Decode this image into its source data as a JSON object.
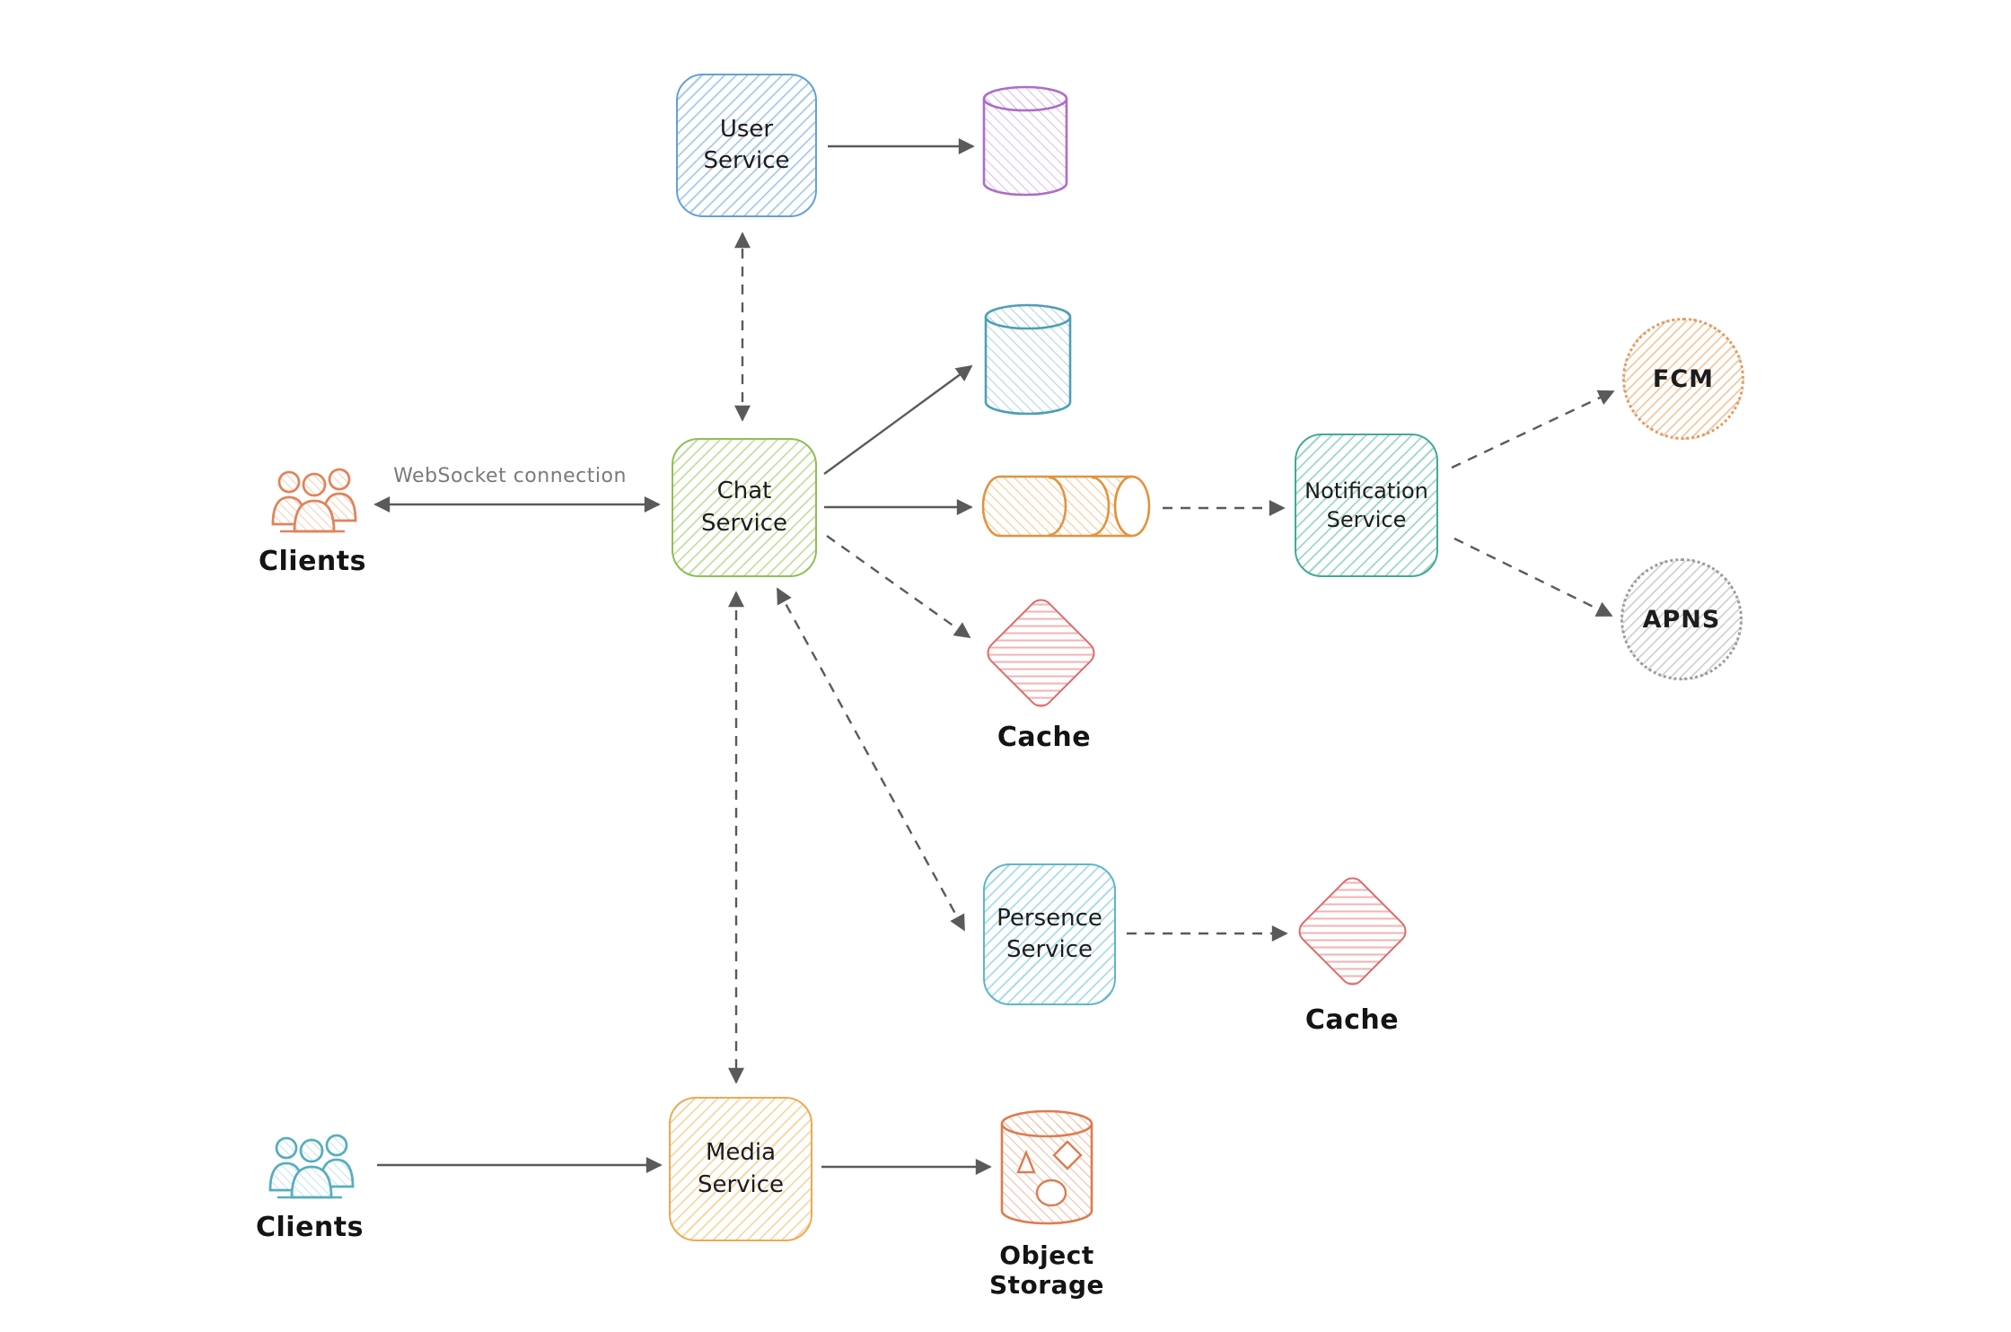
{
  "title": "Chat system architecture diagram",
  "nodes": {
    "clients_top": {
      "label": "Clients",
      "type": "people-icon",
      "color": "#e0845a"
    },
    "user_service": {
      "label": "User\nService",
      "type": "service-box",
      "color": "#64a0d8"
    },
    "user_db": {
      "type": "database-cylinder",
      "color": "#ad6cc9"
    },
    "chat_service": {
      "label": "Chat\nService",
      "type": "service-box",
      "color": "#8fbe56"
    },
    "message_db": {
      "type": "database-cylinder",
      "color": "#4e9fb5"
    },
    "message_queue": {
      "type": "queue-cylinder",
      "color": "#e09440"
    },
    "notification_service": {
      "label": "Notification\nService",
      "type": "service-box",
      "color": "#43a996"
    },
    "fcm": {
      "label": "FCM",
      "type": "dotted-circle",
      "color": "#e09b66"
    },
    "apns": {
      "label": "APNS",
      "type": "dotted-circle",
      "color": "#9b9b9b"
    },
    "cache_chat": {
      "label": "Cache",
      "type": "diamond",
      "color": "#dd6b6b"
    },
    "persence_service": {
      "label": "Persence\nService",
      "type": "service-box",
      "color": "#5fb6ca"
    },
    "cache_presence": {
      "label": "Cache",
      "type": "diamond",
      "color": "#dd6b6b"
    },
    "media_service": {
      "label": "Media\nService",
      "type": "service-box",
      "color": "#eda952"
    },
    "object_storage": {
      "label": "Object Storage",
      "type": "storage-cylinder",
      "color": "#de7b50"
    },
    "clients_bottom": {
      "label": "Clients",
      "type": "people-icon",
      "color": "#57aebe"
    }
  },
  "edges": [
    {
      "from": "clients_top",
      "to": "chat_service",
      "style": "solid",
      "arrows": "both",
      "label": "WebSocket connection"
    },
    {
      "from": "chat_service",
      "to": "user_service",
      "style": "dashed",
      "arrows": "both",
      "label": ""
    },
    {
      "from": "user_service",
      "to": "user_db",
      "style": "solid",
      "arrows": "end",
      "label": ""
    },
    {
      "from": "chat_service",
      "to": "message_db",
      "style": "solid",
      "arrows": "end",
      "label": ""
    },
    {
      "from": "chat_service",
      "to": "message_queue",
      "style": "solid",
      "arrows": "end",
      "label": ""
    },
    {
      "from": "message_queue",
      "to": "notification_service",
      "style": "dashed",
      "arrows": "end",
      "label": ""
    },
    {
      "from": "notification_service",
      "to": "fcm",
      "style": "dashed",
      "arrows": "end",
      "label": ""
    },
    {
      "from": "notification_service",
      "to": "apns",
      "style": "dashed",
      "arrows": "end",
      "label": ""
    },
    {
      "from": "chat_service",
      "to": "cache_chat",
      "style": "dashed",
      "arrows": "end",
      "label": ""
    },
    {
      "from": "chat_service",
      "to": "persence_service",
      "style": "dashed",
      "arrows": "both",
      "label": ""
    },
    {
      "from": "persence_service",
      "to": "cache_presence",
      "style": "dashed",
      "arrows": "end",
      "label": ""
    },
    {
      "from": "chat_service",
      "to": "media_service",
      "style": "dashed",
      "arrows": "both",
      "label": ""
    },
    {
      "from": "clients_bottom",
      "to": "media_service",
      "style": "solid",
      "arrows": "end",
      "label": ""
    },
    {
      "from": "media_service",
      "to": "object_storage",
      "style": "solid",
      "arrows": "end",
      "label": ""
    }
  ]
}
